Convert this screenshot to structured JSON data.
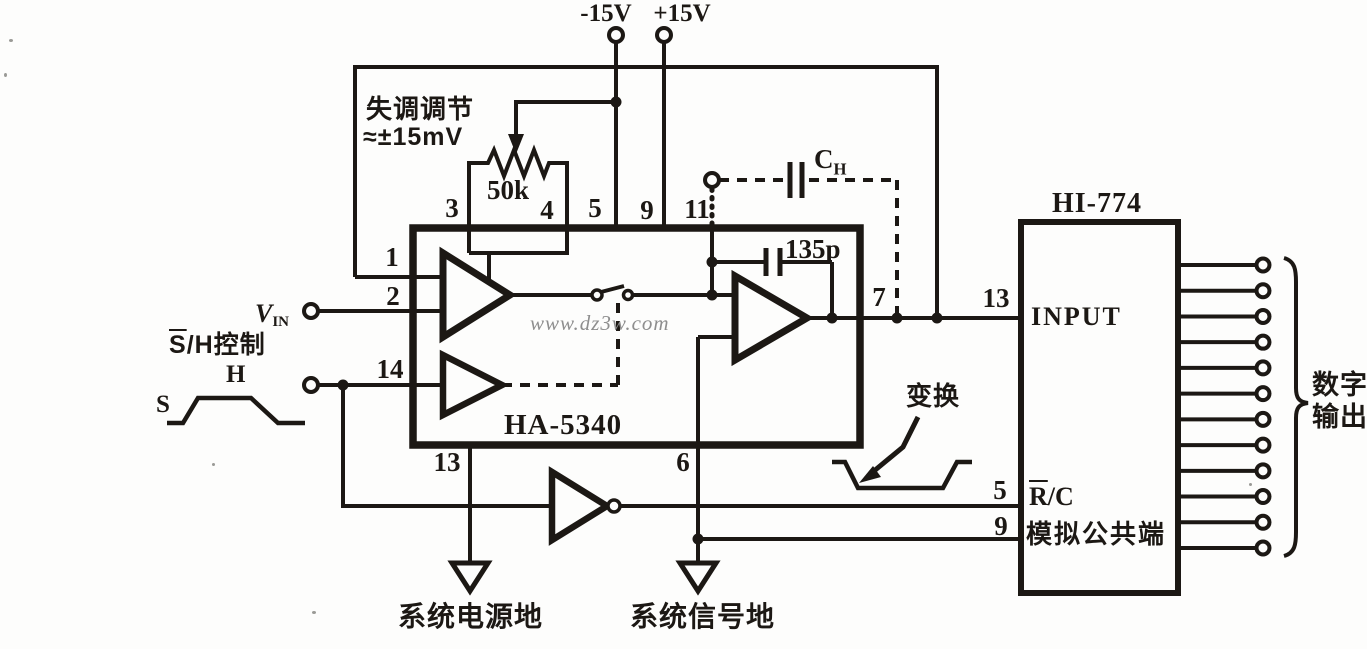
{
  "supply": {
    "negative": "-15V",
    "positive": "+15V"
  },
  "offset": {
    "line1": "失调调节",
    "line2": "≈±15mV",
    "pot": "50k"
  },
  "pins": {
    "n1": "1",
    "n2": "2",
    "n3": "3",
    "n4": "4",
    "n5": "5",
    "n9": "9",
    "n11": "11",
    "n14": "14",
    "n13_gnd": "13",
    "n6": "6",
    "n7": "7",
    "n13_in": "13",
    "n5_rc": "5",
    "n9_com": "9"
  },
  "ha5340": {
    "name": "HA-5340"
  },
  "hi774": {
    "name": "HI-774",
    "input": "INPUT",
    "rc_bar": "R",
    "rc_rest": "/C",
    "analog_common": "模拟公共端",
    "digital_output_count": 12,
    "digital_label_1": "数字",
    "digital_label_2": "输出"
  },
  "capacitors": {
    "hold_base": "C",
    "hold_sub": "H",
    "comp": "135p"
  },
  "signals": {
    "vin_base": "V",
    "vin_sub": "IN",
    "sh_bar": "S",
    "sh_rest": "/H控制",
    "high": "H",
    "sample": "S",
    "convert": "变换"
  },
  "grounds": {
    "power": "系统电源地",
    "signal": "系统信号地"
  },
  "watermark": "www.dz3w.com",
  "colors": {
    "ink": "#1c1814",
    "paper": "#fdfdfc",
    "watermark": "#8e8e8e"
  }
}
